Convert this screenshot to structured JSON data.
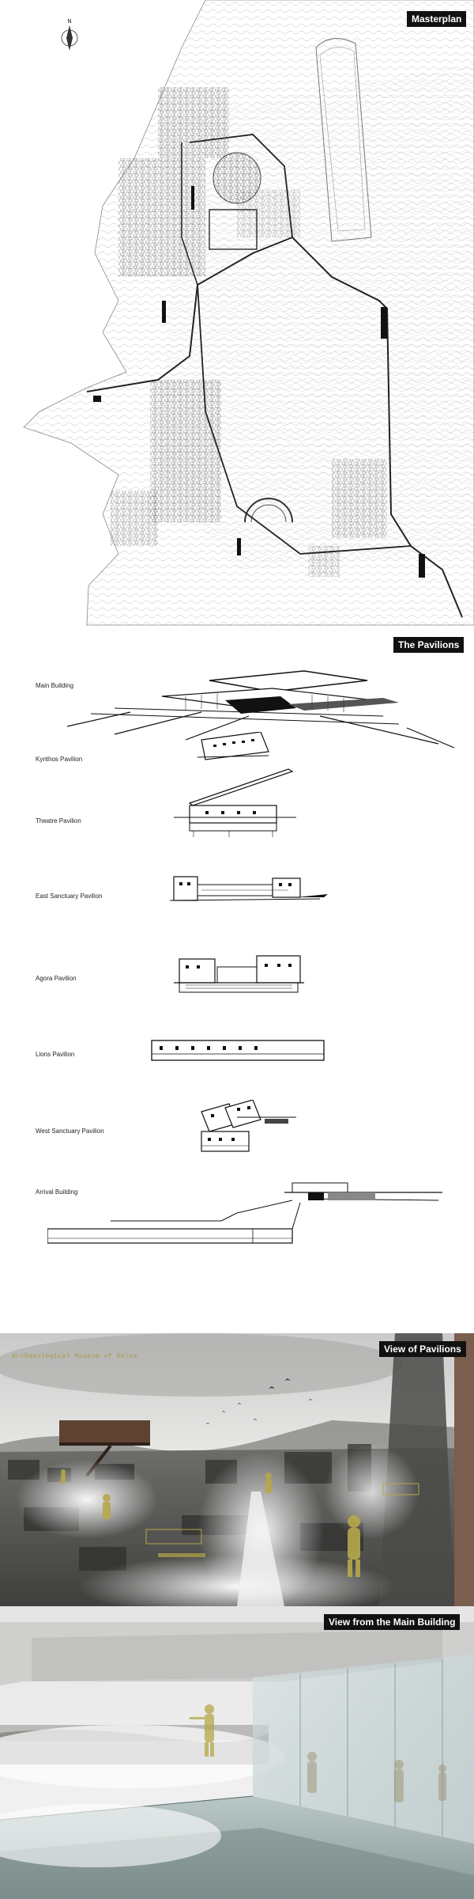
{
  "masterplan": {
    "title": "Masterplan"
  },
  "pavilions": {
    "title": "The Pavilions",
    "items": [
      {
        "label": "Main Building"
      },
      {
        "label": "Kynthos Pavilion"
      },
      {
        "label": "Theatre Pavilion"
      },
      {
        "label": "East Sanctuary Pavilion"
      },
      {
        "label": "Agora Pavilion"
      },
      {
        "label": "Lions Pavilion"
      },
      {
        "label": "West Sanctuary Pavilion"
      },
      {
        "label": "Arrival Building"
      }
    ]
  },
  "view_pavilions": {
    "title": "View of Pavilions",
    "caption": "Archaeological Museum of Delos"
  },
  "view_main": {
    "title": "View  from the Main Building"
  },
  "colors": {
    "accent_olive": "#b5a84a",
    "tag_bg": "#111111"
  }
}
